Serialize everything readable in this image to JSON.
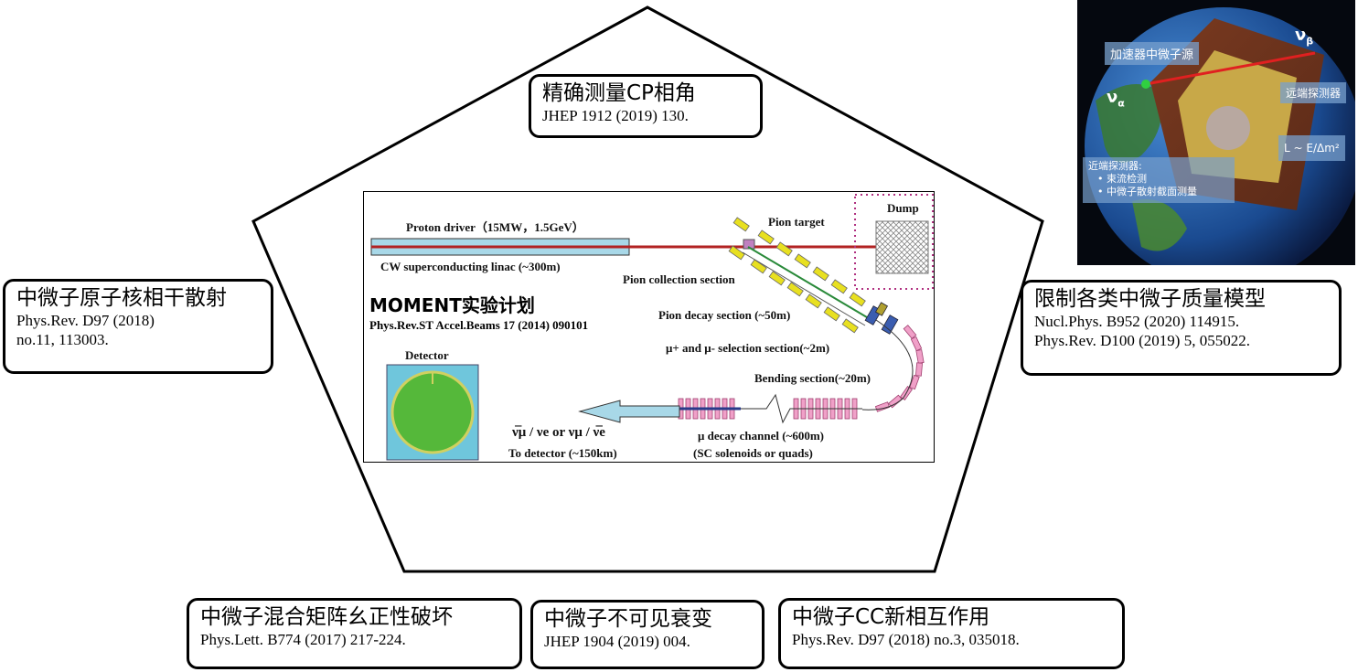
{
  "topics": {
    "cp_phase": {
      "title": "精确测量CP相角",
      "ref": "JHEP 1912 (2019) 130."
    },
    "coherent_scattering": {
      "title": "中微子原子核相干散射",
      "ref1": "Phys.Rev. D97 (2018)",
      "ref2": "no.11, 113003."
    },
    "mass_models": {
      "title": "限制各类中微子质量模型",
      "ref1": "Nucl.Phys. B952 (2020) 114915.",
      "ref2": "Phys.Rev. D100 (2019) 5, 055022."
    },
    "unitarity": {
      "title": "中微子混合矩阵幺正性破坏",
      "ref": "Phys.Lett. B774 (2017) 217-224."
    },
    "invisible_decay": {
      "title": "中微子不可见衰变",
      "ref": "JHEP 1904 (2019) 004."
    },
    "cc_interaction": {
      "title": "中微子CC新相互作用",
      "ref": "Phys.Rev. D97 (2018) no.3, 035018."
    }
  },
  "moment": {
    "title": "MOMENT实验计划",
    "ref": "Phys.Rev.ST Accel.Beams 17 (2014) 090101",
    "proton_driver": "Proton driver（15MW，1.5GeV）",
    "linac": "CW superconducting linac (~300m)",
    "pion_target": "Pion target",
    "dump": "Dump",
    "pion_collection": "Pion collection section",
    "pion_decay": "Pion decay section (~50m)",
    "selection": "μ+ and μ- selection section(~2m)",
    "bending": "Bending section(~20m)",
    "detector": "Detector",
    "neutrinos": "ν̅μ / νe or νμ / ν̅e",
    "to_detector": "To detector (~150km)",
    "mu_decay": "μ decay channel (~600m)",
    "solenoids": "(SC solenoids or quads)"
  },
  "earth": {
    "source": "加速器中微子源",
    "far_detector": "远端探测器",
    "baseline": "L ~ E/Δm²",
    "nu_alpha": "ν",
    "nu_alpha_sub": "α",
    "nu_beta": "ν",
    "nu_beta_sub": "β",
    "near_title": "近端探测器:",
    "near_items": [
      "束流检测",
      "中微子散射截面测量"
    ]
  },
  "colors": {
    "beam": "#b22222",
    "linac": "#a8d8e8",
    "magnet_yellow": "#e8e020",
    "magnet_pink": "#f0a0c8",
    "magnet_blue": "#3a5db0",
    "detector_bg": "#6fc6dc",
    "detector_green": "#55b83a"
  }
}
